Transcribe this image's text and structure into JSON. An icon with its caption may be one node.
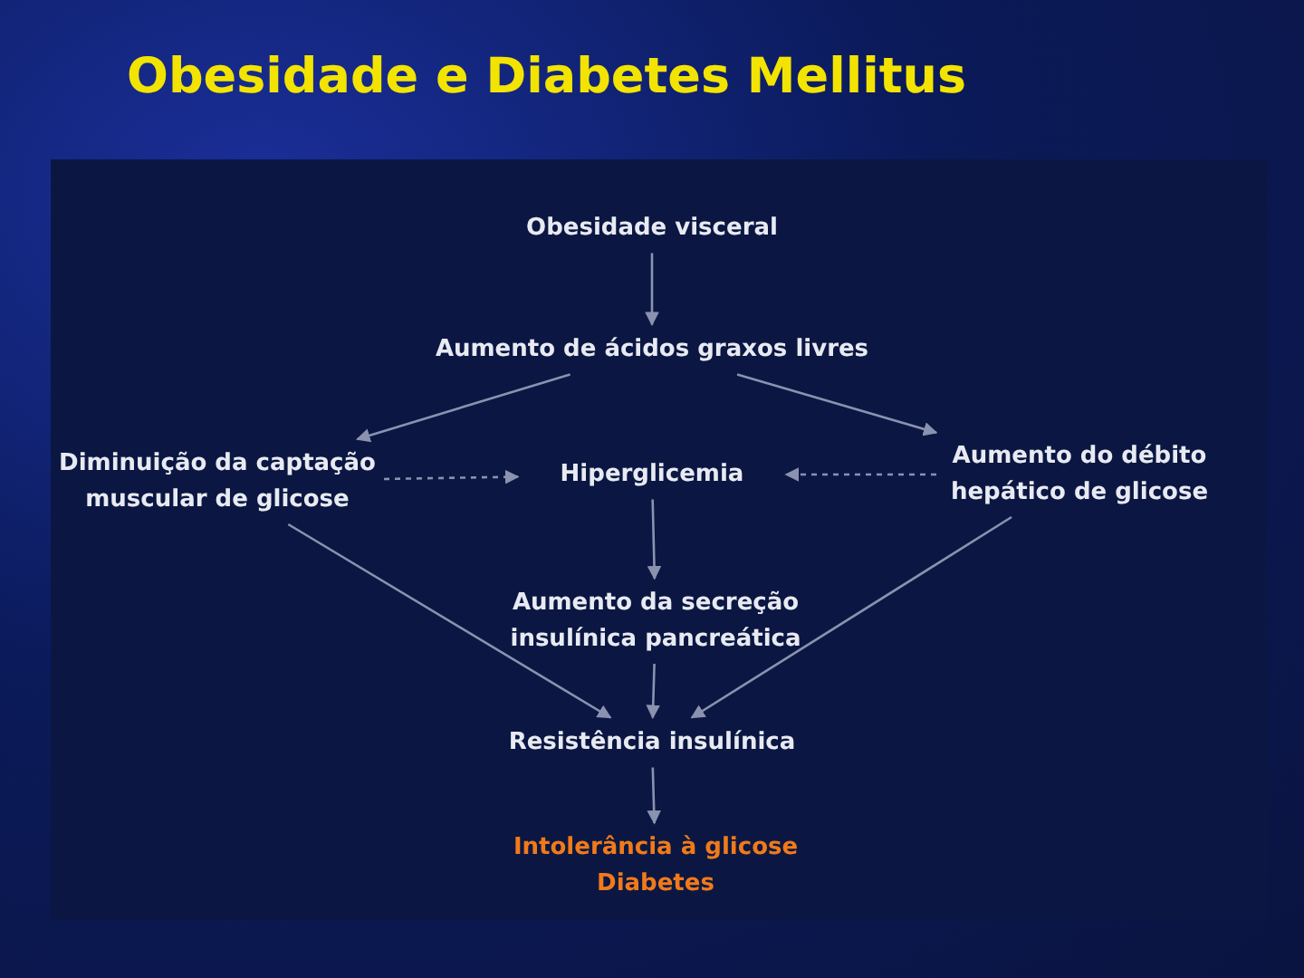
{
  "diagram": {
    "title": "Obesidade e Diabetes Mellitus",
    "nodes": [
      {
        "text": [
          "Obesidade visceral"
        ]
      },
      {
        "text": [
          "Aumento de ácidos graxos livres"
        ]
      },
      {
        "text": [
          "Diminuição da captação muscular de glicose"
        ]
      },
      {
        "text": [
          "Hiperglicemia"
        ]
      },
      {
        "text": [
          "Aumento do débito hepático de glicose"
        ]
      },
      {
        "text": [
          "Aumento da secreção insulínica pancreática"
        ]
      },
      {
        "text": [
          "Resistência insulínica"
        ]
      },
      {
        "text": [
          "Intolerância à glicose Diabetes"
        ]
      }
    ],
    "edges": [
      {
        "from": 0,
        "to": 1,
        "arrow": "to"
      },
      {
        "from": 1,
        "to": 2,
        "arrow": "to"
      },
      {
        "from": 1,
        "to": 4,
        "arrow": "to"
      },
      {
        "from": 2,
        "to": 3,
        "arrow": "to",
        "style": "dashed"
      },
      {
        "from": 4,
        "to": 3,
        "arrow": "to",
        "style": "dashed"
      },
      {
        "from": 3,
        "to": 5,
        "arrow": "to"
      },
      {
        "from": 5,
        "to": 6,
        "arrow": "to"
      },
      {
        "from": 2,
        "to": 6,
        "arrow": "to"
      },
      {
        "from": 4,
        "to": 6,
        "arrow": "to"
      },
      {
        "from": 6,
        "to": 7,
        "arrow": "to"
      }
    ]
  }
}
